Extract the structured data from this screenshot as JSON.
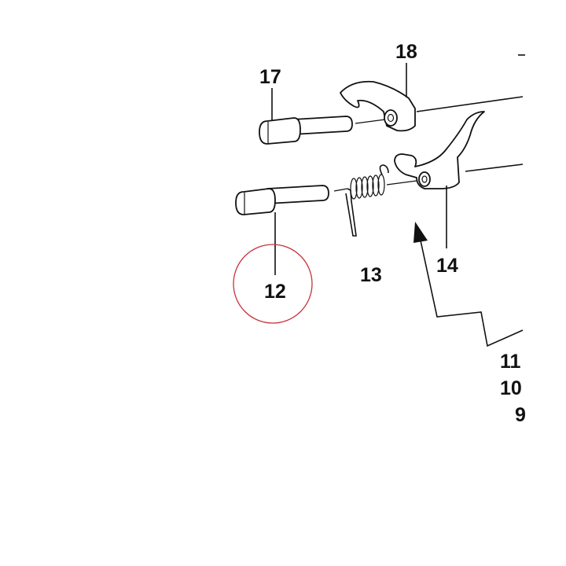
{
  "diagram": {
    "callouts": {
      "part_17": "17",
      "part_18": "18",
      "part_13": "13",
      "part_14": "14",
      "part_12": "12",
      "part_11": "11",
      "part_10": "10",
      "part_9": "9"
    },
    "colors": {
      "line": "#111111",
      "highlight_circle": "#c8323c",
      "background": "#ffffff"
    }
  }
}
